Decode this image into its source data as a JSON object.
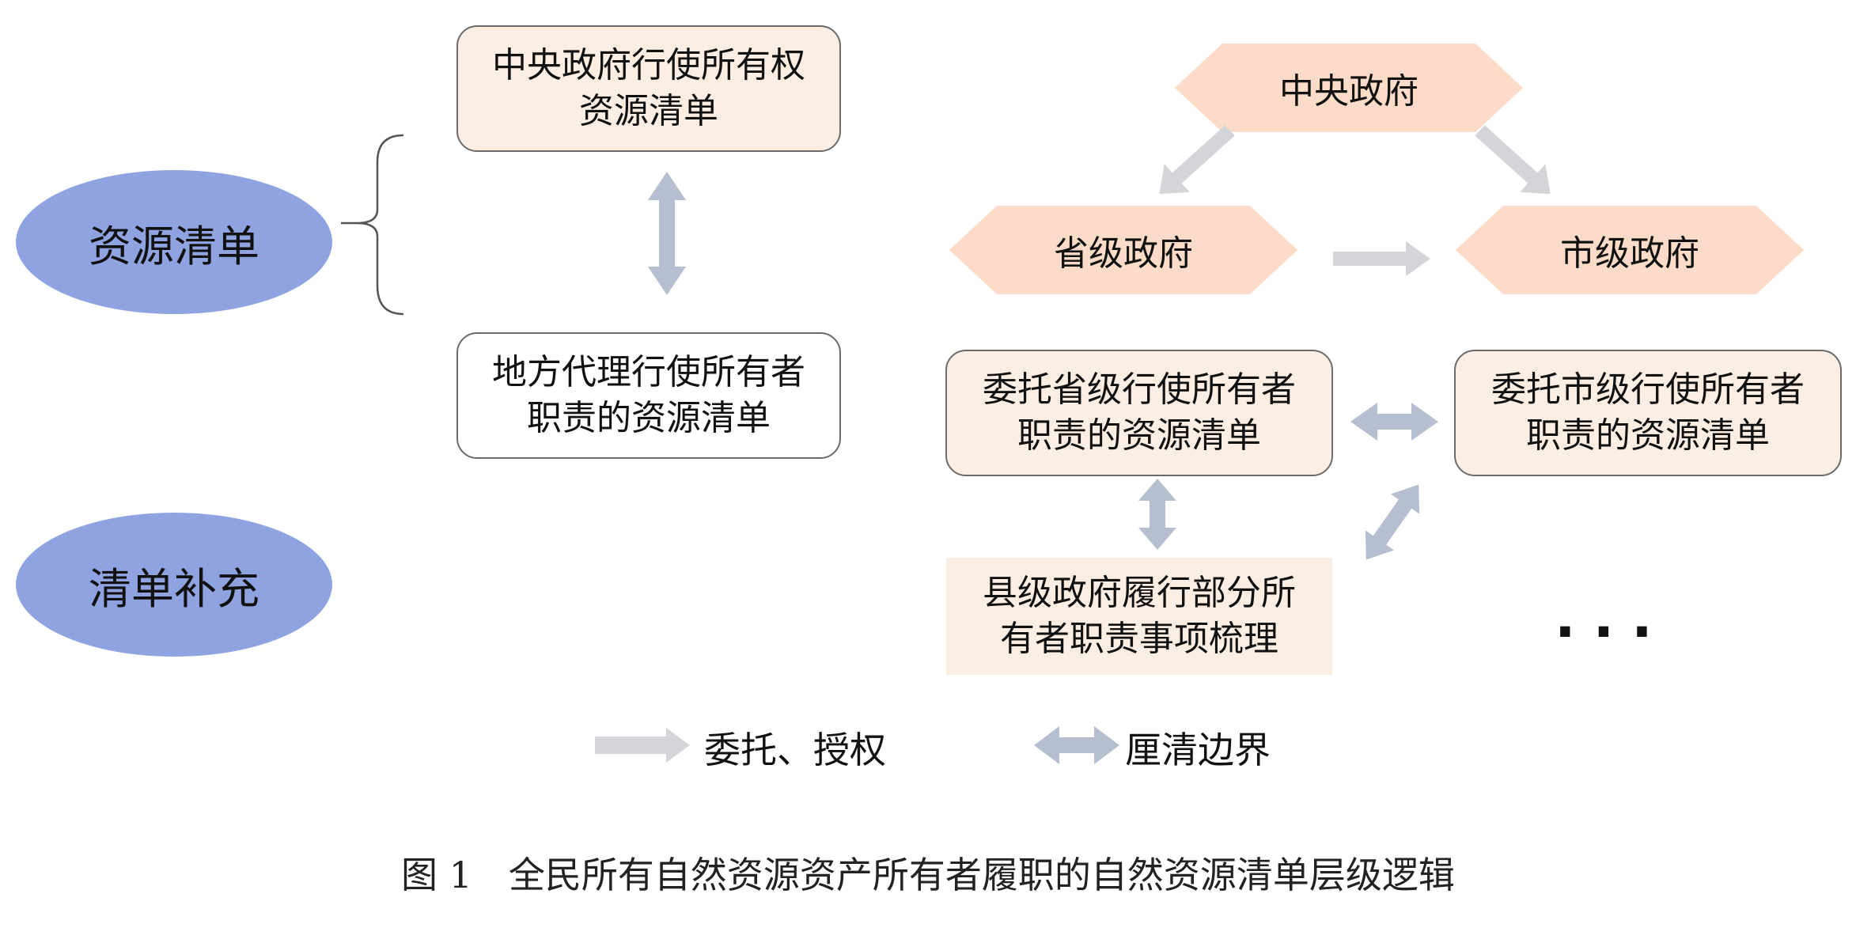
{
  "left_labels": {
    "resource_list": "资源清单",
    "list_supplement": "清单补充"
  },
  "boxes": {
    "central_list": "中央政府行使所有权\n资源清单",
    "local_list": "地方代理行使所有者\n职责的资源清单",
    "provincial_entrusted": "委托省级行使所有者\n职责的资源清单",
    "municipal_entrusted": "委托市级行使所有者\n职责的资源清单",
    "county_sorting": "县级政府履行部分所\n有者职责事项梳理"
  },
  "governments": {
    "central": "中央政府",
    "provincial": "省级政府",
    "municipal": "市级政府"
  },
  "ellipsis": "...",
  "legend": {
    "delegate_label": "委托、授权",
    "boundary_label": "厘清边界"
  },
  "caption": "图 1　全民所有自然资源资产所有者履职的自然资源清单层级逻辑",
  "colors": {
    "ellipse_fill": "#8ea3e0",
    "box_fill": "#fdeee3",
    "hex_fill": "#fcdcc8",
    "arrow_gray": "#cfd2d6",
    "arrow_blue_gray": "#b5bfd0"
  }
}
